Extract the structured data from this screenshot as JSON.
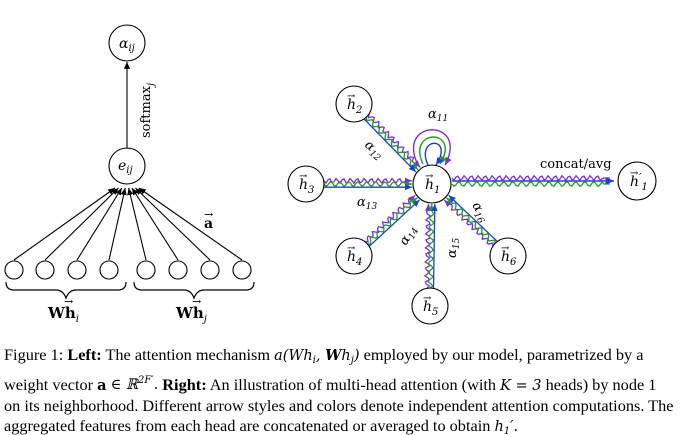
{
  "left_diagram": {
    "top_node_label": "α",
    "top_node_sub": "ij",
    "mid_node_label": "e",
    "mid_node_sub": "ij",
    "edge_label": "softmax",
    "edge_label_sub": "j",
    "vector_label": "a",
    "left_group_label": "Wh",
    "left_group_sub": "i",
    "right_group_label": "Wh",
    "right_group_sub": "j"
  },
  "right_diagram": {
    "nodes": [
      {
        "label": "h",
        "sub": "1"
      },
      {
        "label": "h",
        "sub": "2"
      },
      {
        "label": "h",
        "sub": "3"
      },
      {
        "label": "h",
        "sub": "4"
      },
      {
        "label": "h",
        "sub": "5"
      },
      {
        "label": "h",
        "sub": "6"
      },
      {
        "label": "h",
        "sub": "1",
        "prime": "′"
      }
    ],
    "alpha_labels": [
      {
        "label": "α",
        "sub": "11"
      },
      {
        "label": "α",
        "sub": "12"
      },
      {
        "label": "α",
        "sub": "13"
      },
      {
        "label": "α",
        "sub": "14"
      },
      {
        "label": "α",
        "sub": "15"
      },
      {
        "label": "α",
        "sub": "16"
      }
    ],
    "output_label": "concat/avg",
    "head_colors": [
      "#7b2fd9",
      "#1fa01f",
      "#1f3fd9"
    ]
  },
  "caption": {
    "figure_label": "Figure 1:",
    "left_heading": "Left:",
    "left_text_1": "The attention mechanism",
    "left_text_2": "employed by our model, parametrized by a weight vector",
    "right_heading": "Right:",
    "right_text_1": "An illustration of multi-head attention (with",
    "right_text_2": "heads) by node 1 on its neighborhood. Different arrow styles and colors denote independent attention computations. The aggregated features from each head are concatenated or averaged to obtain",
    "math_a_func": "a(Wh",
    "math_K": "K = 3",
    "math_R": "∈ ℝ",
    "math_R_sup": "2F′"
  }
}
